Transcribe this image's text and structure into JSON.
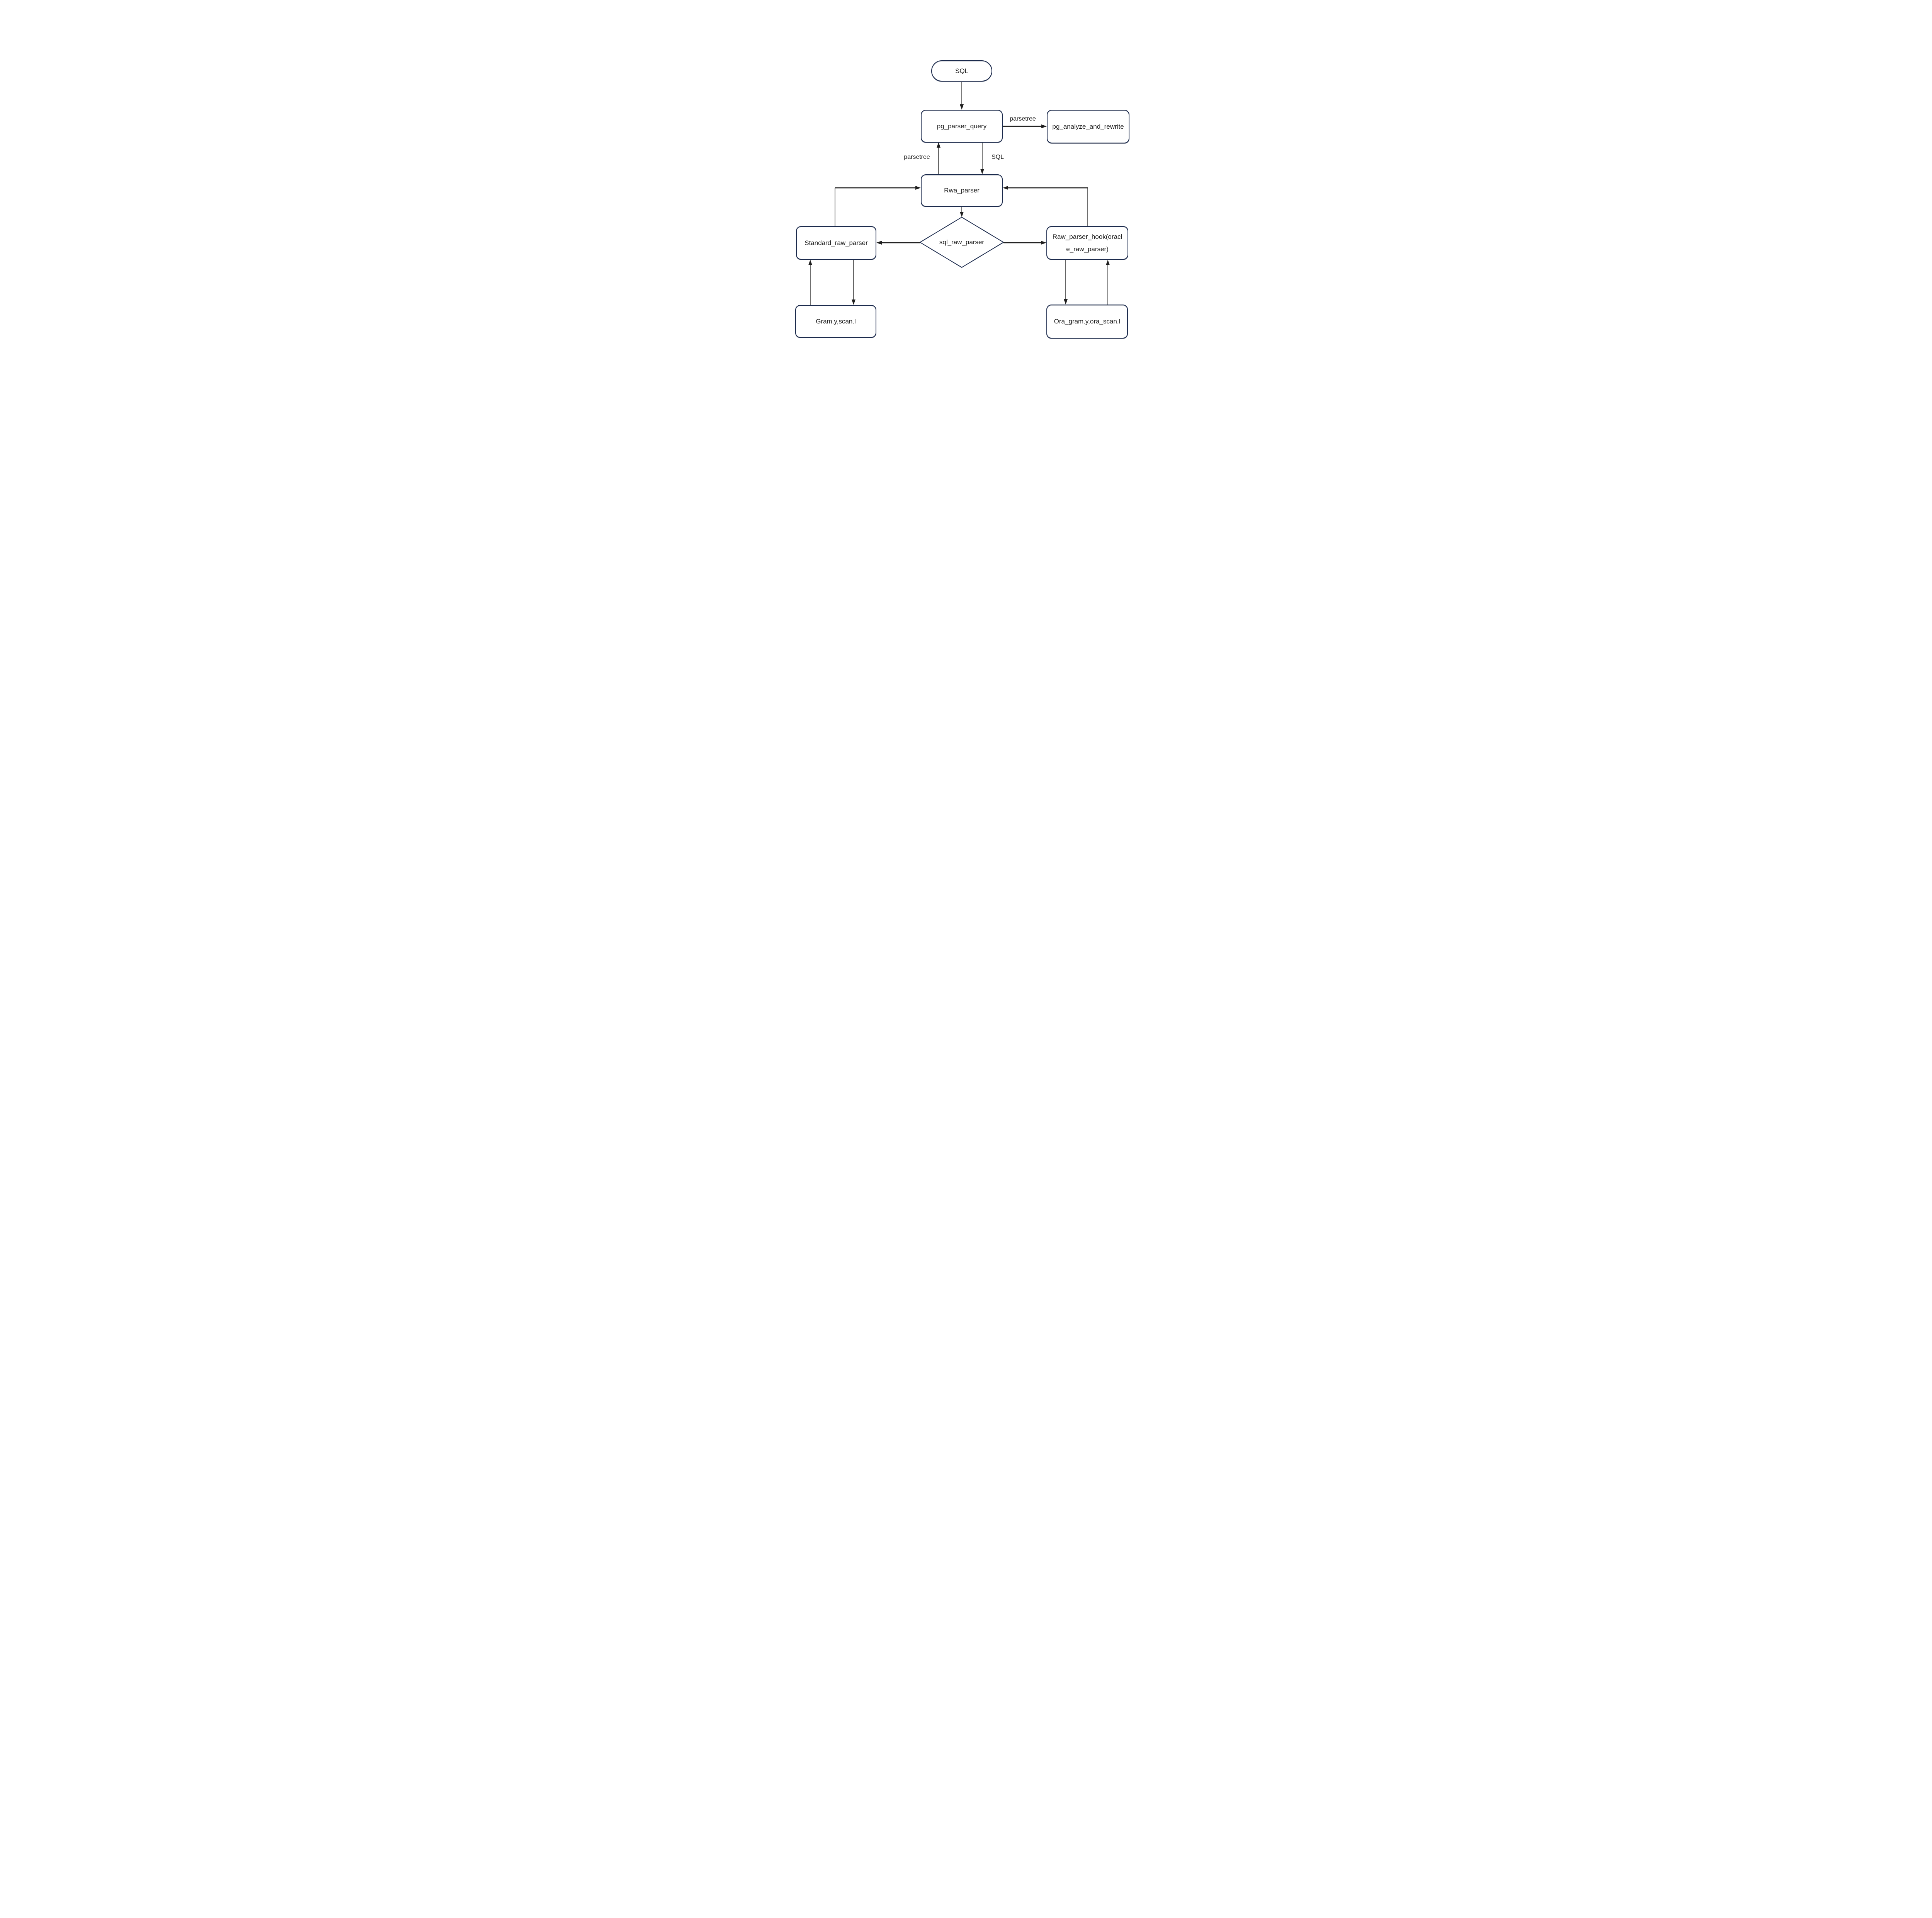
{
  "diagram": {
    "background": "#ffffff",
    "colors": {
      "node_border": "#1c2b4d",
      "node_fill": "#ffffff",
      "line": "#232323",
      "text": "#1a1a1a"
    },
    "nodes": {
      "sql_input": {
        "label": "SQL",
        "shape": "terminator"
      },
      "pg_parser_query": {
        "label": "pg_parser_query",
        "shape": "rounded-rect"
      },
      "pg_analyze_and_rewrite": {
        "label": "pg_analyze_and_rewrite",
        "shape": "rounded-rect"
      },
      "rwa_parser": {
        "label": "Rwa_parser",
        "shape": "rounded-rect"
      },
      "sql_raw_parser": {
        "label": "sql_raw_parser",
        "shape": "diamond"
      },
      "standard_raw_parser": {
        "label": "Standard_raw_parser",
        "shape": "rounded-rect"
      },
      "raw_parser_hook": {
        "label": "Raw_parser_hook(oracle_raw_parser)",
        "shape": "rounded-rect"
      },
      "gram_scan": {
        "label": "Gram.y,scan.l",
        "shape": "rounded-rect"
      },
      "ora_gram_scan": {
        "label": "Ora_gram.y,ora_scan.l",
        "shape": "rounded-rect"
      }
    },
    "edge_labels": {
      "parsetree_top": "parsetree",
      "parsetree_mid": "parsetree",
      "sql_mid": "SQL"
    },
    "edges": [
      {
        "from": "sql_input",
        "to": "pg_parser_query",
        "label": ""
      },
      {
        "from": "pg_parser_query",
        "to": "pg_analyze_and_rewrite",
        "label": "parsetree"
      },
      {
        "from": "rwa_parser",
        "to": "pg_parser_query",
        "label": "parsetree"
      },
      {
        "from": "pg_parser_query",
        "to": "rwa_parser",
        "label": "SQL"
      },
      {
        "from": "rwa_parser",
        "to": "sql_raw_parser",
        "label": ""
      },
      {
        "from": "sql_raw_parser",
        "to": "standard_raw_parser",
        "label": ""
      },
      {
        "from": "sql_raw_parser",
        "to": "raw_parser_hook",
        "label": ""
      },
      {
        "from": "standard_raw_parser",
        "to": "rwa_parser",
        "label": ""
      },
      {
        "from": "raw_parser_hook",
        "to": "rwa_parser",
        "label": ""
      },
      {
        "from": "gram_scan",
        "to": "standard_raw_parser",
        "label": ""
      },
      {
        "from": "standard_raw_parser",
        "to": "gram_scan",
        "label": ""
      },
      {
        "from": "raw_parser_hook",
        "to": "ora_gram_scan",
        "label": ""
      },
      {
        "from": "ora_gram_scan",
        "to": "raw_parser_hook",
        "label": ""
      }
    ]
  }
}
